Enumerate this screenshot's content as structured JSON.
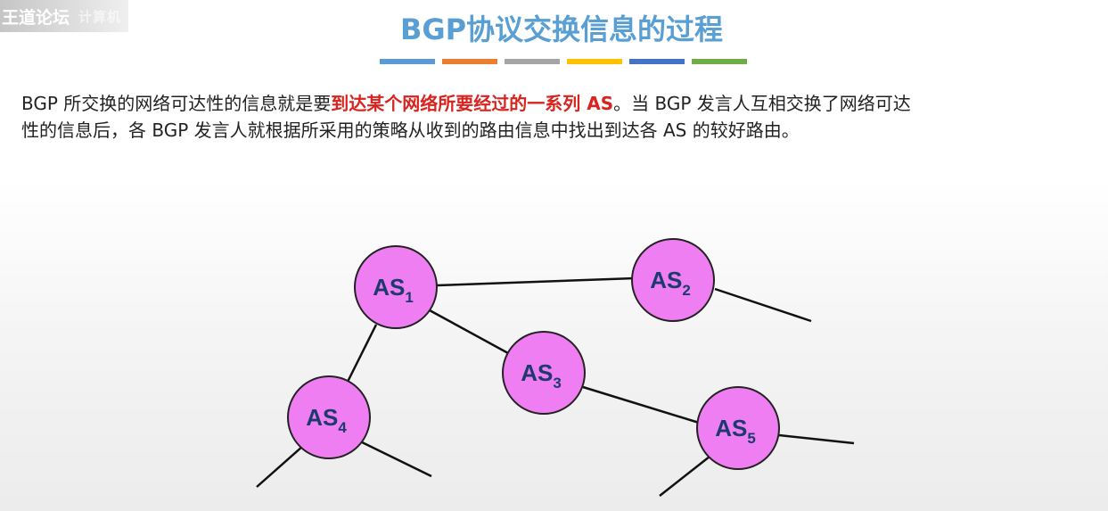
{
  "watermark": {
    "brand": "王道论坛",
    "sub": "计算机"
  },
  "slide": {
    "title": "BGP协议交换信息的过程",
    "title_bar_colors": [
      "#5b9bd5",
      "#ed7d31",
      "#a5a5a5",
      "#ffc000",
      "#4472c4",
      "#70ad47"
    ],
    "paragraph": {
      "line1_pre": "BGP 所交换的网络可达性的信息就是要",
      "line1_highlight": "到达某个网络所要经过的一系列 AS",
      "line1_post": "。当 BGP 发言人互相交换了网络可达",
      "line2": "性的信息后，各 BGP 发言人就根据所采用的策略从收到的路由信息中找出到达各 AS 的较好路由。"
    }
  },
  "diagram": {
    "nodes": [
      {
        "id": "as1",
        "label": "AS",
        "sub": "1"
      },
      {
        "id": "as2",
        "label": "AS",
        "sub": "2"
      },
      {
        "id": "as3",
        "label": "AS",
        "sub": "3"
      },
      {
        "id": "as4",
        "label": "AS",
        "sub": "4"
      },
      {
        "id": "as5",
        "label": "AS",
        "sub": "5"
      }
    ]
  }
}
